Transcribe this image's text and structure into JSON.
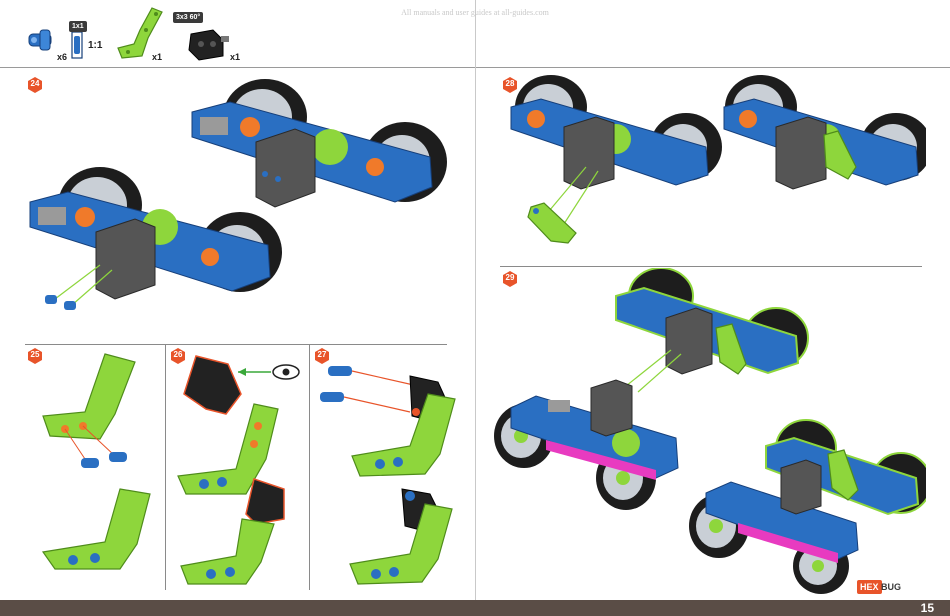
{
  "header": {
    "watermark": "All manuals and user guides at all-guides.com",
    "parts": [
      {
        "name": "blue-connector-pin",
        "tag": "1x1",
        "count": "x6",
        "ratio": "1:1"
      },
      {
        "name": "green-bent-beam",
        "tag": "",
        "count": "x1"
      },
      {
        "name": "black-angled-connector",
        "tag": "3x3 60°",
        "count": "x1"
      }
    ]
  },
  "steps": [
    {
      "number": "24"
    },
    {
      "number": "25"
    },
    {
      "number": "26"
    },
    {
      "number": "27"
    },
    {
      "number": "28"
    },
    {
      "number": "29"
    }
  ],
  "footer": {
    "brand_hex": "HEX",
    "brand_bug": "BUG",
    "page_number": "15"
  },
  "colors": {
    "step_badge": "#e8542a",
    "footer_bar": "#5a4d46",
    "beam_green": "#8ed63c",
    "frame_blue": "#2a6fc2",
    "gear_orange": "#f07a2a",
    "tire_black": "#1d1d1d",
    "motor_gray": "#555555",
    "accent_magenta": "#e83bc0"
  }
}
